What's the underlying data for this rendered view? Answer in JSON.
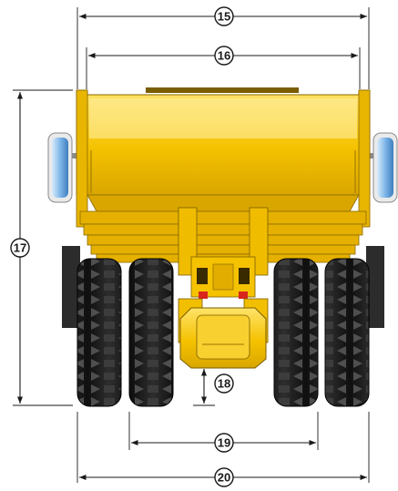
{
  "diagram": {
    "subject": "Mining haul truck, rear view with dimension callouts",
    "colors": {
      "body_yellow": "#f5c200",
      "body_light": "#ffe36a",
      "body_shadow": "#c99700",
      "tire_black": "#1c1c1c",
      "tread_gray": "#5a5a5a",
      "mirror_blue": "#7fb6e8",
      "dimension_line": "#1a1a1a",
      "tail_light_red": "#d8261c"
    },
    "callouts": {
      "overall_width_top": "15",
      "body_width": "16",
      "overall_height": "17",
      "ground_clearance": "18",
      "tire_center_width": "19",
      "overall_tire_width": "20"
    }
  }
}
